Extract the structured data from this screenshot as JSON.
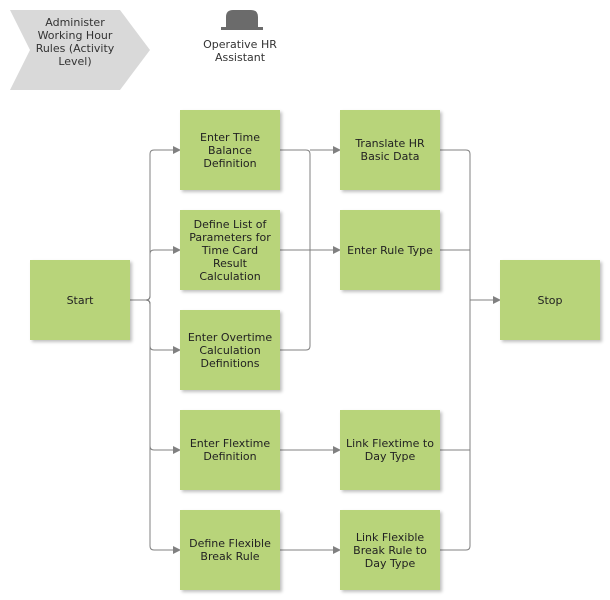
{
  "header": {
    "process_label": "Administer\nWorking Hour\nRules (Activity\nLevel)",
    "role_label": "Operative HR\nAssistant"
  },
  "nodes": {
    "start": "Start",
    "enter_time_balance": "Enter Time\nBalance\nDefinition",
    "define_parameters": "Define List of\nParameters for\nTime Card\nResult\nCalculation",
    "enter_overtime": "Enter Overtime\nCalculation\nDefinitions",
    "enter_flextime": "Enter Flextime\nDefinition",
    "define_flexible_break": "Define Flexible\nBreak Rule",
    "translate_hr": "Translate HR\nBasic Data",
    "enter_rule_type": "Enter Rule Type",
    "link_flextime": "Link Flextime to\nDay Type",
    "link_flexible_break": "Link Flexible\nBreak Rule to\nDay Type",
    "stop": "Stop"
  },
  "colors": {
    "node_fill": "#b8d47a",
    "chevron_fill": "#d9d9d9",
    "connector": "#808080"
  }
}
